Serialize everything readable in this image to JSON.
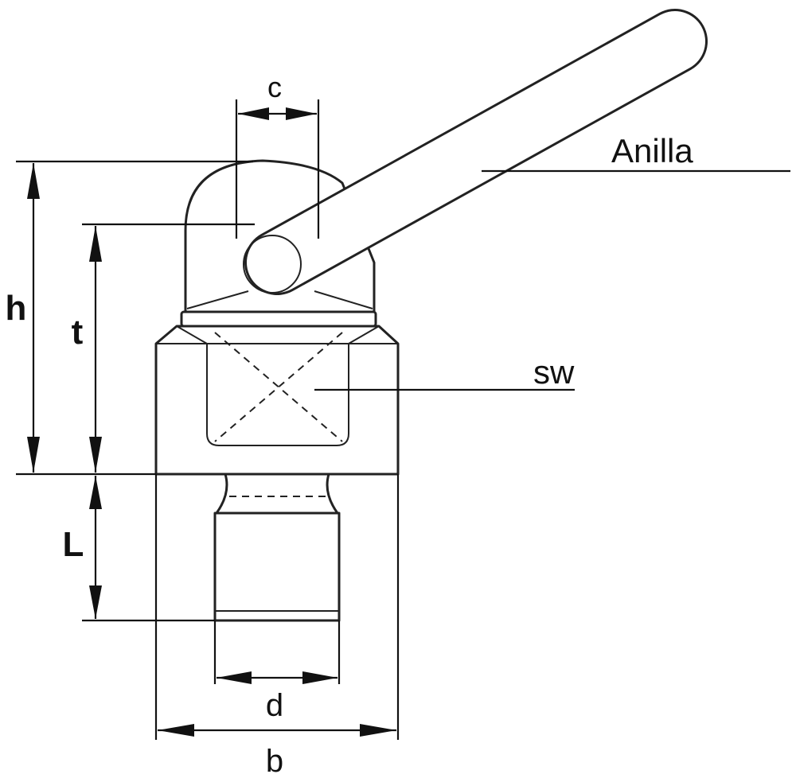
{
  "diagram": {
    "labels": {
      "c": "c",
      "h": "h",
      "t": "t",
      "L": "L",
      "d": "d",
      "b": "b",
      "sw": "sw",
      "anilla": "Anilla"
    }
  }
}
